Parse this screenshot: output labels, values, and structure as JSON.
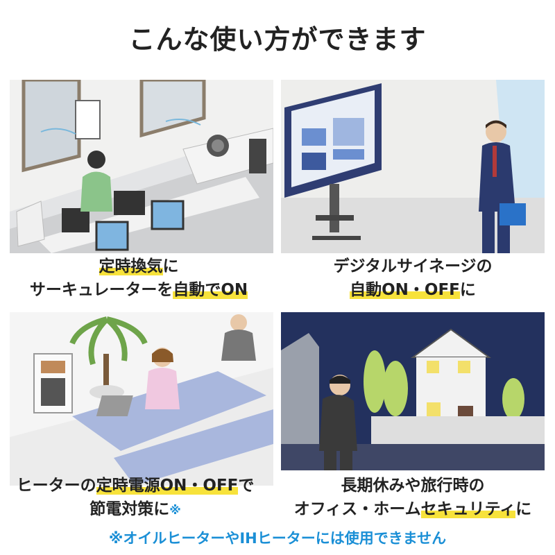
{
  "title": "こんな使い方ができます",
  "cases": [
    {
      "line1_pre": "",
      "line1_hl": "定時換気",
      "line1_post": "に",
      "line2_pre": "サーキュレーターを",
      "line2_hl": "自動でON",
      "line2_post": ""
    },
    {
      "line1_pre": "デジタルサイネージの",
      "line1_hl": "",
      "line1_post": "",
      "line2_pre": "",
      "line2_hl": "自動ON・OFF",
      "line2_post": "に"
    },
    {
      "line1_pre": "ヒーターの",
      "line1_hl": "定時電源ON・OFF",
      "line1_post": "で",
      "line2_pre": "節電対策に",
      "line2_hl": "",
      "line2_post": "",
      "line2_ref": "※"
    },
    {
      "line1_pre": "長期休みや旅行時の",
      "line1_hl": "",
      "line1_post": "",
      "line2_pre": "オフィス・ホーム",
      "line2_hl": "セキュリティ",
      "line2_post": "に"
    }
  ],
  "footnote": "※オイルヒーターやIHヒーターには使用できません",
  "colors": {
    "highlight": "#f7e23b",
    "note_blue": "#1a8fd6",
    "night": "#23315e"
  }
}
